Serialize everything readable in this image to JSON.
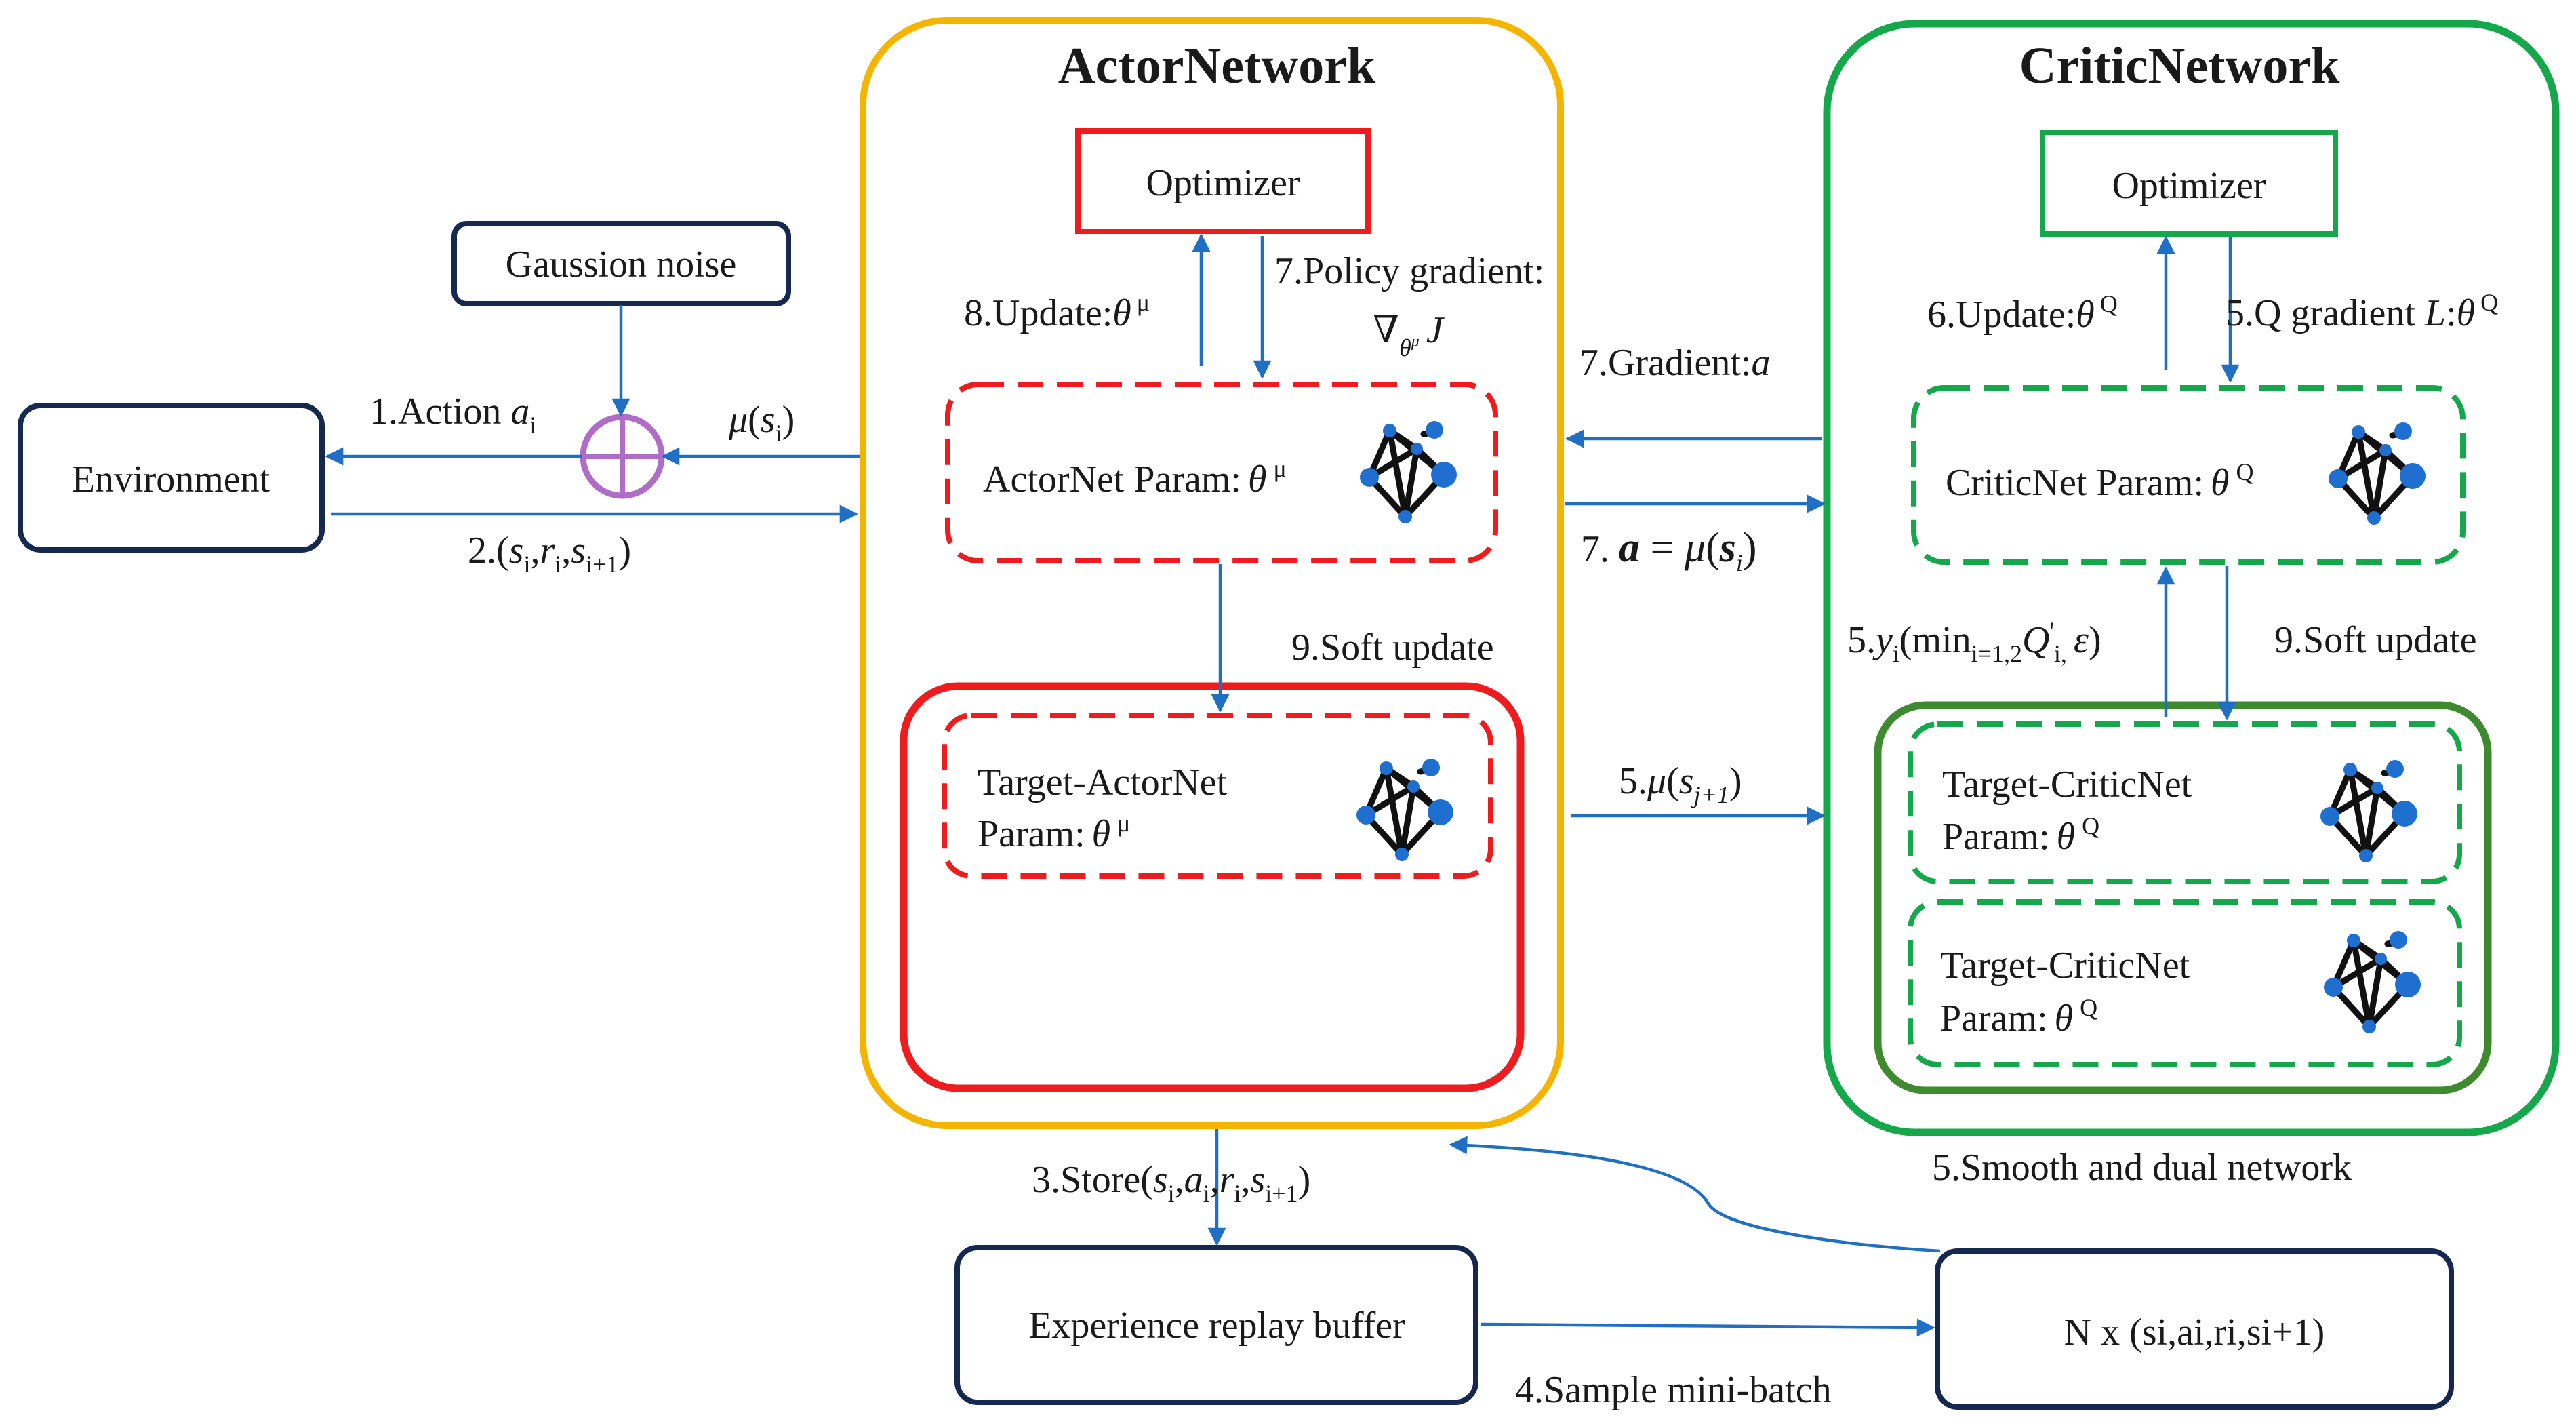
{
  "colors": {
    "actor_outline": "#f5b400",
    "critic_outline": "#14a84a",
    "red": "#ee1c1c",
    "dark_green": "#3f8a2e",
    "navy": "#15284f",
    "arrow_blue": "#1f6fc4",
    "noise_purple": "#b06cc8",
    "net_node_blue": "#1e6fd0"
  },
  "icons": {
    "network": "network-graph-icon",
    "noise": "circle-plus-icon"
  },
  "actor": {
    "title": "ActorNetwork",
    "optimizer": "Optimizer",
    "net_label": "ActorNet Param:",
    "net_theta": "θ",
    "net_theta_sup": "μ",
    "target_line1": "Target-ActorNet",
    "target_line2": "Param:",
    "target_theta": "θ",
    "target_theta_sup": "μ"
  },
  "critic": {
    "title": "CriticNetwork",
    "optimizer": "Optimizer",
    "net_label": "CriticNet Param:",
    "net_theta": "θ",
    "net_theta_sup": "Q",
    "target1_line1": "Target-CriticNet",
    "target1_line2": "Param:",
    "target1_theta": "θ",
    "target1_theta_sup": "Q",
    "target2_line1": "Target-CriticNet",
    "target2_line2": "Param:",
    "target2_theta": "θ",
    "target2_theta_sup": "Q"
  },
  "left": {
    "noise": "Gaussion noise",
    "environment": "Environment"
  },
  "bottom": {
    "buffer": "Experience replay buffer",
    "minibatch": "N x (si,ai,ri,si+1)"
  },
  "labels": {
    "action": "1.Action ai",
    "mu_s": "μ(si)",
    "transition": "2.(si,ri,si+1)",
    "store": "3.Store(si,ai,ri,si+1)",
    "sample": "4.Sample mini-batch",
    "critic_target": "5.yi(mini=1,2Q'i, ε)",
    "mu_next": "5.μ(sj+1)",
    "q_gradient": "5.Q gradient L:θQ",
    "smooth_dual": "5.Smooth and dual network",
    "critic_update": "6.Update:θQ",
    "gradient_a": "7.Gradient:a",
    "a_equals": "7. a = μ(si)",
    "policy_gradient": "7.Policy gradient:",
    "policy_grad_symbol": "∇θμJ",
    "actor_update": "8.Update:θμ",
    "soft_update_actor": "9.Soft update",
    "soft_update_critic": "9.Soft update"
  }
}
